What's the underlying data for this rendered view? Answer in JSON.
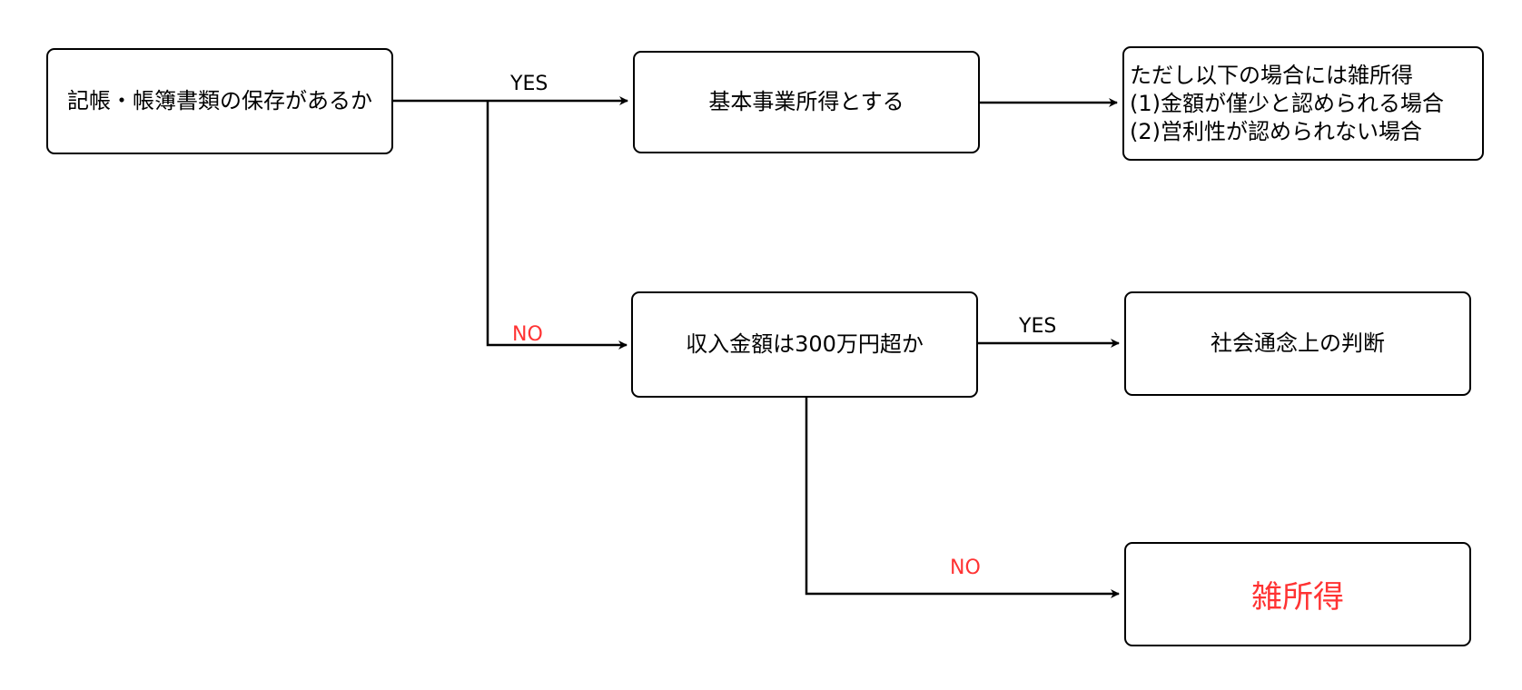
{
  "nodes": {
    "q1": "記帳・帳簿書類の保存があるか",
    "business": "基本事業所得とする",
    "note": [
      "ただし以下の場合には雑所得",
      "(1)金額が僅少と認められる場合",
      "(2)営利性が認められない場合"
    ],
    "q2": "収入金額は300万円超か",
    "judgement": "社会通念上の判断",
    "misc": "雑所得"
  },
  "edges": {
    "q1_yes": "YES",
    "q1_no": "NO",
    "q2_yes": "YES",
    "q2_no": "NO"
  },
  "colors": {
    "line": "#000000",
    "emphasis": "#ff3333"
  }
}
